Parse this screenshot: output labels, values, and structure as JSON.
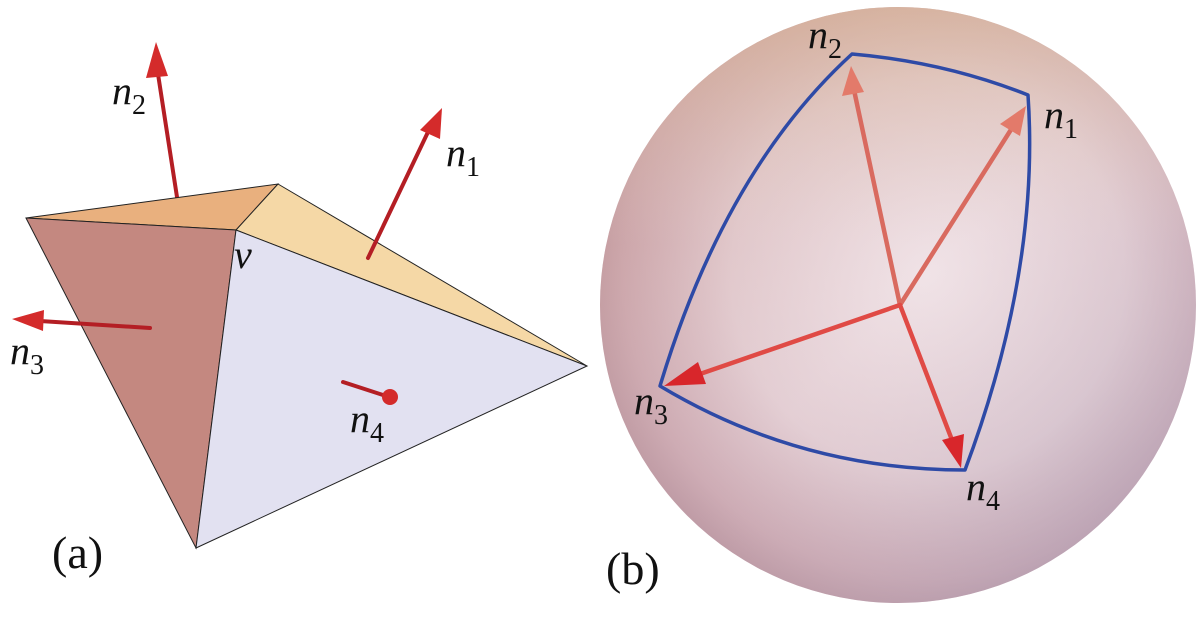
{
  "panel_a": {
    "caption": "(a)",
    "vertex_label": "v",
    "normals": [
      {
        "symbol": "n",
        "index": "1"
      },
      {
        "symbol": "n",
        "index": "2"
      },
      {
        "symbol": "n",
        "index": "3"
      },
      {
        "symbol": "n",
        "index": "4"
      }
    ]
  },
  "panel_b": {
    "caption": "(b)",
    "normals": [
      {
        "symbol": "n",
        "index": "1"
      },
      {
        "symbol": "n",
        "index": "2"
      },
      {
        "symbol": "n",
        "index": "3"
      },
      {
        "symbol": "n",
        "index": "4"
      }
    ]
  },
  "colors": {
    "face_left": "#c48880",
    "face_top": "#e9b07e",
    "face_right_top": "#f5d8a6",
    "face_front": "#e2e1f1",
    "arrow": "#c81d25",
    "sphere_arrow": "#e06055",
    "polygon": "#2e4aa6"
  }
}
